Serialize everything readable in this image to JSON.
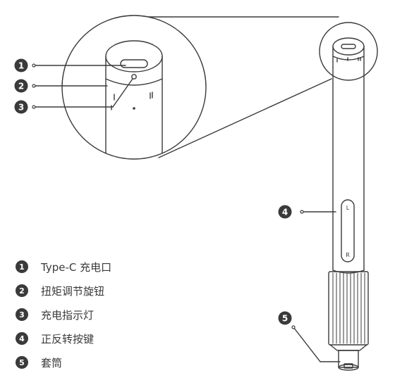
{
  "callouts": [
    {
      "number": "1",
      "label": "Type-C 充电口"
    },
    {
      "number": "2",
      "label": "扭矩调节旋钮"
    },
    {
      "number": "3",
      "label": "充电指示灯"
    },
    {
      "number": "4",
      "label": "正反转按键"
    },
    {
      "number": "5",
      "label": "套筒"
    }
  ],
  "marks": {
    "cap_small": "I  II",
    "button_top": "L",
    "button_bottom": "R",
    "cap_big": "I  II"
  },
  "colors": {
    "line": "#3a3a3a",
    "badge": "#3a3a3a",
    "background": "#ffffff"
  }
}
